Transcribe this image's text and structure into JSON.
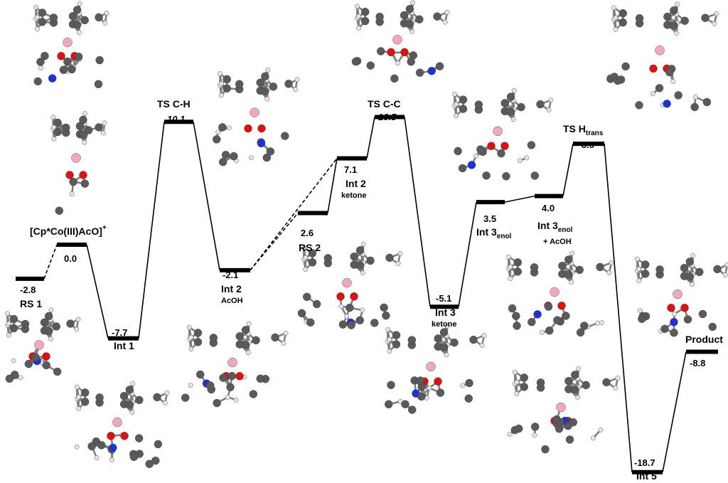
{
  "diagram": {
    "type": "energy-profile",
    "states": [
      {
        "id": "rs1",
        "label": "RS 1",
        "value": "-2.8",
        "energy": -2.8
      },
      {
        "id": "cp",
        "label": "[Cp*Co(III)AcO]",
        "label_sup": "+",
        "value": "0.0",
        "energy": 0.0
      },
      {
        "id": "int1",
        "label": "Int 1",
        "value": "-7.7",
        "energy": -7.7
      },
      {
        "id": "tsch",
        "label": "TS C-H",
        "value": "10.1",
        "energy": 10.1
      },
      {
        "id": "int2acoh",
        "label": "Int 2",
        "sublabel": "AcOH",
        "value": "-2.1",
        "energy": -2.1
      },
      {
        "id": "rs2",
        "label": "RS 2",
        "value": "2.6",
        "energy": 2.6
      },
      {
        "id": "int2k",
        "label": "Int 2",
        "sublabel": "ketone",
        "value": "7.1",
        "energy": 7.1
      },
      {
        "id": "tscc",
        "label": "TS C-C",
        "value": "10.5",
        "energy": 10.5
      },
      {
        "id": "int3k",
        "label": "Int 3",
        "sublabel": "ketone",
        "value": "-5.1",
        "energy": -5.1
      },
      {
        "id": "int3enol",
        "label": "Int 3",
        "label_sub": "enol",
        "value": "3.5",
        "energy": 3.5
      },
      {
        "id": "int3enolacoh",
        "label": "Int 3",
        "label_sub": "enol",
        "sublabel": "+ AcOH",
        "value": "4.0",
        "energy": 4.0
      },
      {
        "id": "tshtrans",
        "label": "TS H",
        "label_sub": "trans",
        "value": "8.3",
        "energy": 8.3
      },
      {
        "id": "int5",
        "label": "Int 5",
        "value": "-18.7",
        "energy": -18.7
      },
      {
        "id": "product",
        "label": "Product",
        "value": "-8.8",
        "energy": -8.8
      }
    ],
    "connections": [
      {
        "from": "rs1",
        "to": "cp",
        "style": "dashed"
      },
      {
        "from": "cp",
        "to": "int1",
        "style": "solid"
      },
      {
        "from": "int1",
        "to": "tsch",
        "style": "solid"
      },
      {
        "from": "tsch",
        "to": "int2acoh",
        "style": "solid"
      },
      {
        "from": "int2acoh",
        "to": "rs2",
        "style": "dashed"
      },
      {
        "from": "int2acoh",
        "to": "int2k",
        "style": "dashed"
      },
      {
        "from": "rs2",
        "to": "int2k",
        "style": "solid"
      },
      {
        "from": "int2k",
        "to": "tscc",
        "style": "solid"
      },
      {
        "from": "tscc",
        "to": "int3k",
        "style": "solid"
      },
      {
        "from": "int3k",
        "to": "int3enol",
        "style": "solid"
      },
      {
        "from": "int3enol",
        "to": "int3enolacoh",
        "style": "solid"
      },
      {
        "from": "int3enolacoh",
        "to": "tshtrans",
        "style": "solid"
      },
      {
        "from": "tshtrans",
        "to": "int5",
        "style": "solid"
      },
      {
        "from": "int5",
        "to": "product",
        "style": "solid"
      }
    ]
  },
  "colors": {
    "line": "#000000",
    "carbon": "#5a5a5a",
    "hydrogen": "#e4e4e4",
    "oxygen": "#e01010",
    "nitrogen": "#1a32d8",
    "cobalt": "#f0a8bc",
    "bond": "#808080"
  }
}
